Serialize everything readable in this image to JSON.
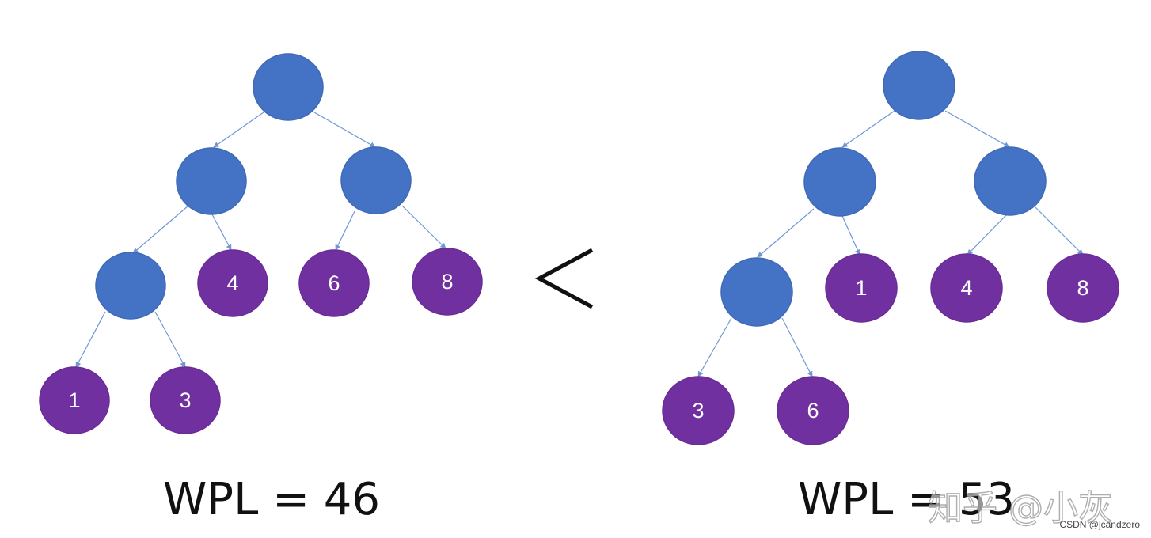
{
  "colors": {
    "internal_node": "#4472C4",
    "leaf_node": "#7030A0",
    "edge": "#6F97D6",
    "text": "#111111"
  },
  "trees": [
    {
      "id": "left",
      "wpl_label": "WPL = 46",
      "leaves": [
        {
          "weight": "1",
          "depth": 3
        },
        {
          "weight": "3",
          "depth": 3
        },
        {
          "weight": "4",
          "depth": 2
        },
        {
          "weight": "6",
          "depth": 2
        },
        {
          "weight": "8",
          "depth": 2
        }
      ]
    },
    {
      "id": "right",
      "wpl_label": "WPL = 53",
      "leaves": [
        {
          "weight": "1",
          "depth": 2
        },
        {
          "weight": "4",
          "depth": 2
        },
        {
          "weight": "8",
          "depth": 2
        },
        {
          "weight": "3",
          "depth": 3
        },
        {
          "weight": "6",
          "depth": 3
        }
      ]
    }
  ],
  "comparison_symbol": "<",
  "watermark_text": "知乎 @小灰",
  "credit_text": "CSDN @jcandzero"
}
